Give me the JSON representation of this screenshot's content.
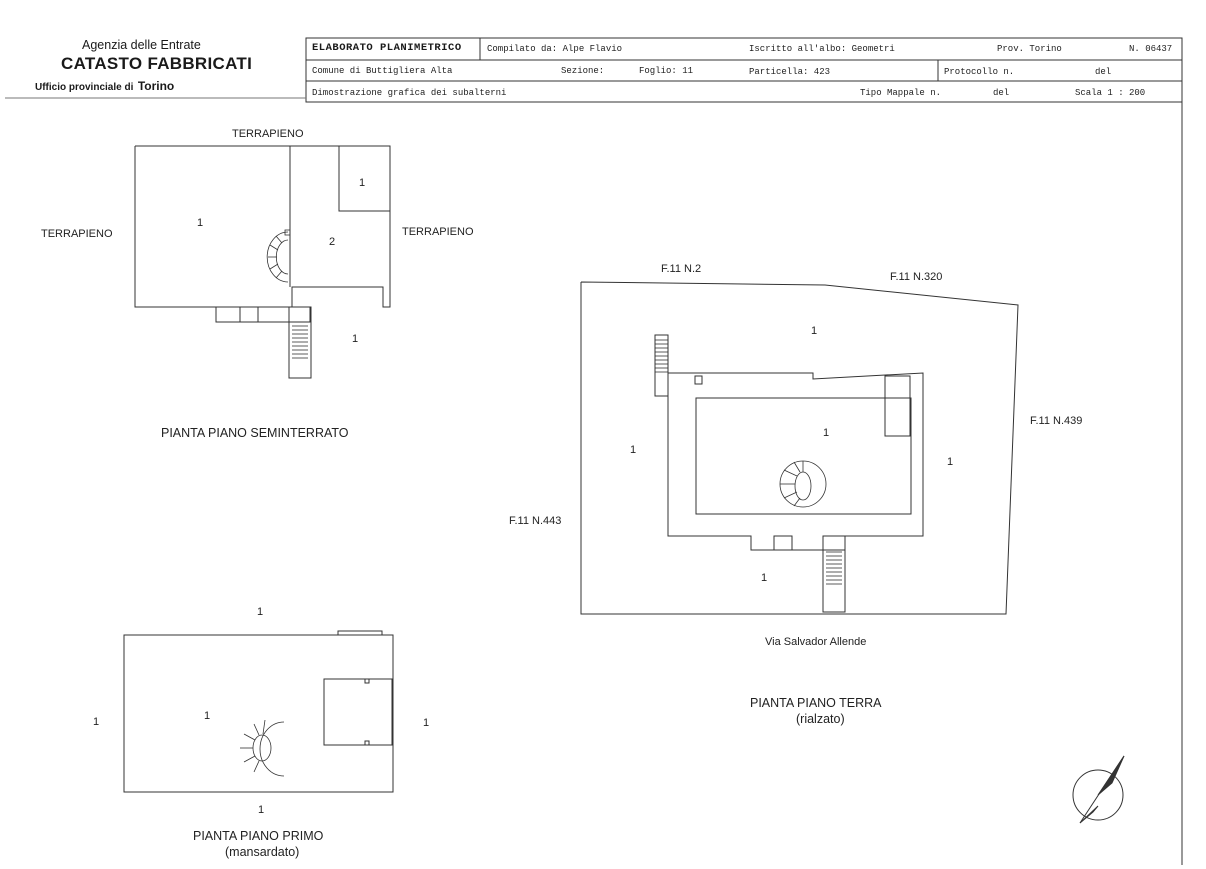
{
  "agency": {
    "name": "Agenzia delle Entrate",
    "department": "CATASTO FABBRICATI",
    "office_label": "Ufficio provinciale di",
    "office_city": "Torino"
  },
  "header": {
    "doc_type": "ELABORATO PLANIMETRICO",
    "compiled_by": "Compilato da: Alpe Flavio",
    "registered": "Iscritto all'albo: Geometri",
    "province": "Prov. Torino",
    "number": "N. 06437",
    "comune": "Comune di Buttigliera Alta",
    "sezione": "Sezione:",
    "foglio": "Foglio: 11",
    "particella": "Particella: 423",
    "protocollo": "Protocollo n.",
    "del_1": "del",
    "description": "Dimostrazione grafica dei subalterni",
    "tipo_mappale": "Tipo Mappale n.",
    "del_2": "del",
    "scale": "Scala 1 : 200"
  },
  "plans": {
    "seminterrato": {
      "title": "PIANTA PIANO SEMINTERRATO",
      "terrapieno_top": "TERRAPIENO",
      "terrapieno_left": "TERRAPIENO",
      "terrapieno_right": "TERRAPIENO",
      "sub_a": "1",
      "sub_b": "2",
      "sub_c": "1",
      "sub_d": "1"
    },
    "terra": {
      "title": "PIANTA PIANO TERRA",
      "subtitle": "(rialzato)",
      "street": "Via Salvador Allende",
      "neighbor_n2": "F.11 N.2",
      "neighbor_n320": "F.11 N.320",
      "neighbor_n439": "F.11 N.439",
      "neighbor_n443": "F.11 N.443",
      "sub_top": "1",
      "sub_center": "1",
      "sub_left": "1",
      "sub_right": "1",
      "sub_bottom": "1"
    },
    "primo": {
      "title": "PIANTA PIANO PRIMO",
      "subtitle": "(mansardato)",
      "sub_top": "1",
      "sub_left": "1",
      "sub_inner": "1",
      "sub_right": "1",
      "sub_bottom": "1"
    }
  }
}
